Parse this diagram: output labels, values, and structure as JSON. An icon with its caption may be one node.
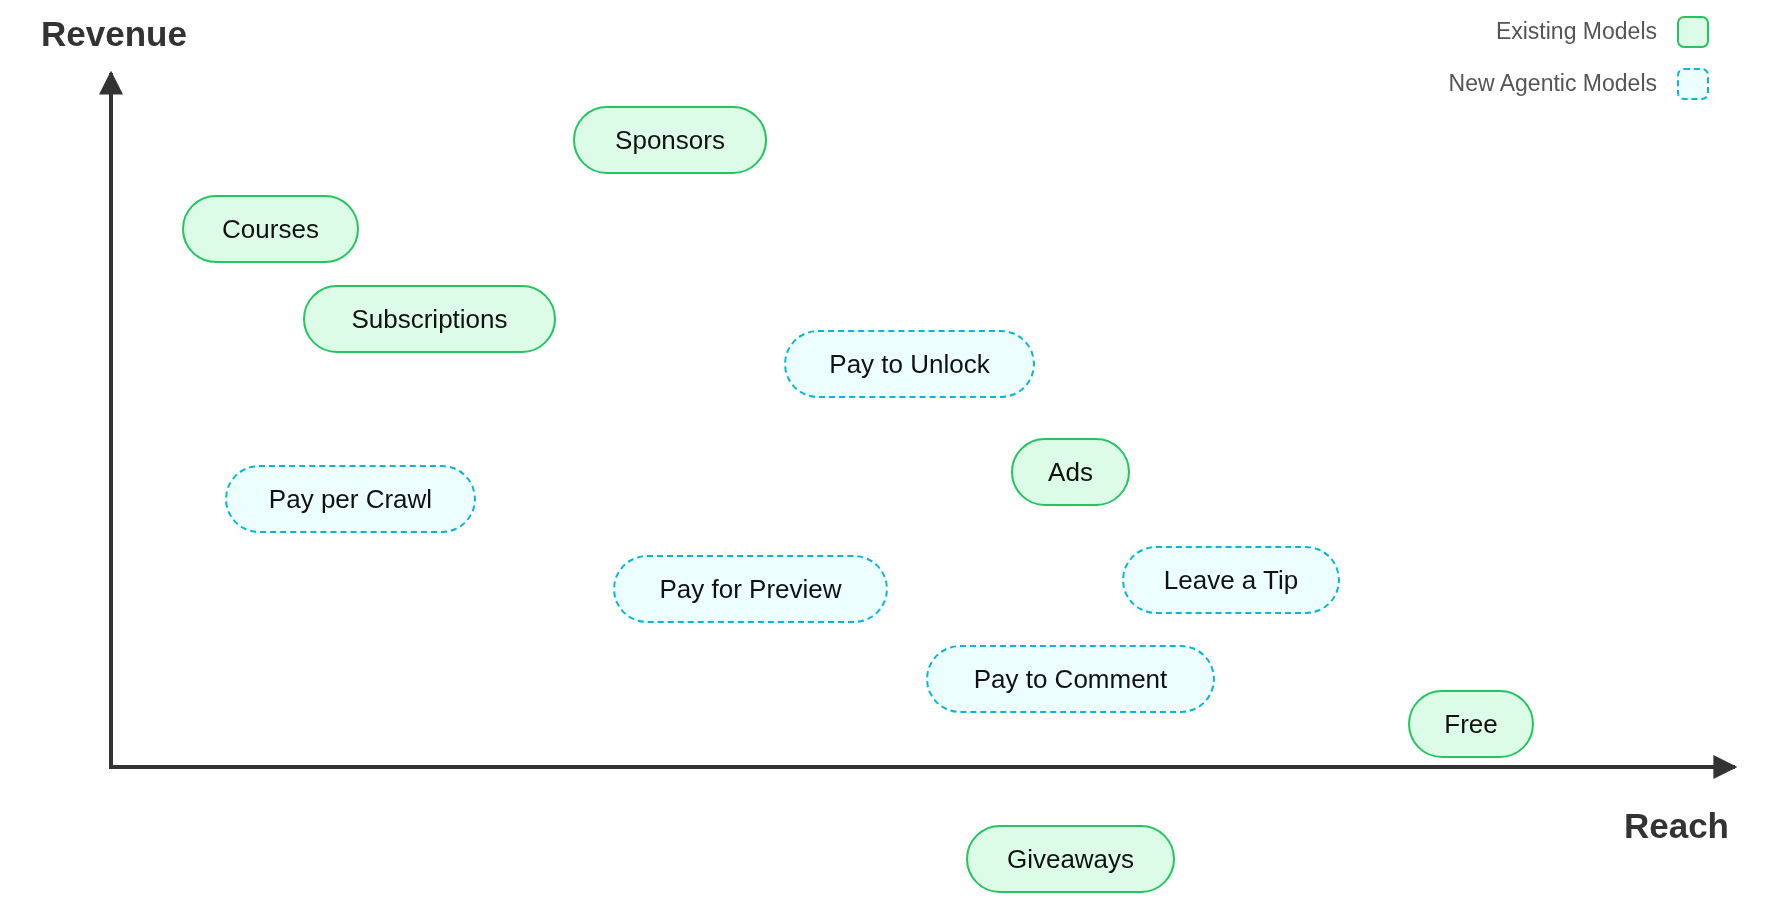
{
  "diagram": {
    "nodes": [
      {
        "text": [
          "Sponsors"
        ]
      },
      {
        "text": [
          "Courses"
        ]
      },
      {
        "text": [
          "Subscriptions"
        ]
      },
      {
        "text": [
          "Pay to Unlock"
        ]
      },
      {
        "text": [
          "Ads"
        ]
      },
      {
        "text": [
          "Pay per Crawl"
        ]
      },
      {
        "text": [
          "Leave a Tip"
        ]
      },
      {
        "text": [
          "Pay for Preview"
        ]
      },
      {
        "text": [
          "Pay to Comment"
        ]
      },
      {
        "text": [
          "Free"
        ]
      },
      {
        "text": [
          "Giveaways"
        ]
      }
    ],
    "labels": [
      "Revenue",
      "Reach"
    ],
    "legend": [
      {
        "text": "Existing Models",
        "color": "#dcfce7"
      },
      {
        "text": "New Agentic Models",
        "color": "#ecfeff"
      }
    ]
  }
}
